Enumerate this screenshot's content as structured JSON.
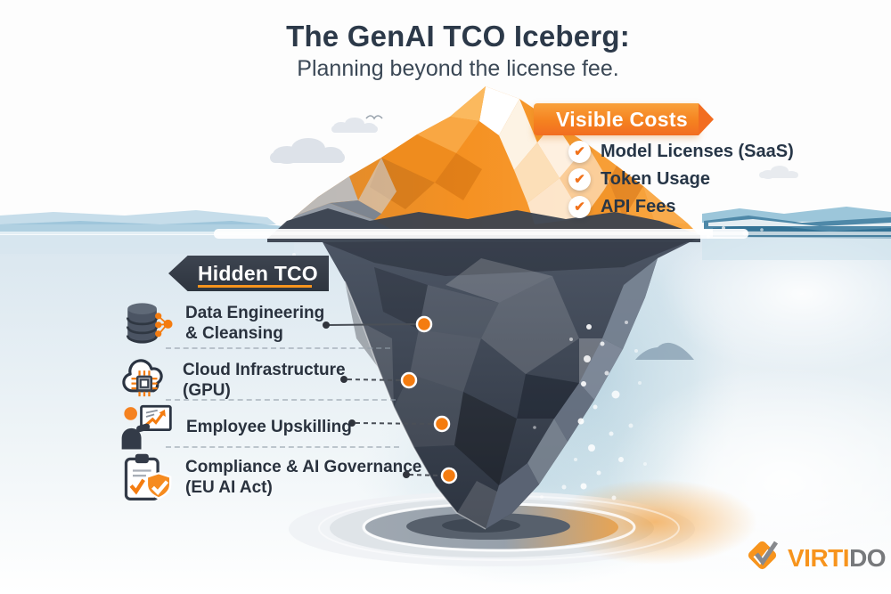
{
  "title": "The GenAI TCO Iceberg:",
  "subtitle": "Planning beyond the license fee.",
  "visible_costs": {
    "heading": "Visible Costs",
    "items": [
      "Model Licenses (SaaS)",
      "Token Usage",
      "API Fees"
    ],
    "check_glyph": "✔"
  },
  "hidden_tco": {
    "heading": "Hidden TCO",
    "items": [
      {
        "line1": "Data Engineering",
        "line2": "& Cleansing",
        "icon": "database-network-icon"
      },
      {
        "line1": "Cloud Infrastructure",
        "line2": "(GPU)",
        "icon": "cloud-gpu-chip-icon"
      },
      {
        "line1": "Employee Upskilling",
        "line2": "",
        "icon": "trainer-presentation-icon"
      },
      {
        "line1": "Compliance & AI Governance",
        "line2": "(EU AI Act)",
        "icon": "clipboard-shield-icon"
      }
    ]
  },
  "logo": {
    "part1": "VIRTI",
    "part2": "DO",
    "icon": "virtido-check-mark-icon"
  },
  "colors": {
    "accent_orange": "#F58220",
    "ribbon_orange_top": "#F9A13B",
    "ribbon_orange_bottom": "#F26D21",
    "dark_navy_text": "#2C3949",
    "hidden_banner_dark": "#343B46",
    "underline_orange": "#F7941D",
    "logo_orange": "#F7941D",
    "logo_gray": "#77797C",
    "iceberg_underwater": "#3C4452",
    "water_blue": "#4E88A8"
  }
}
